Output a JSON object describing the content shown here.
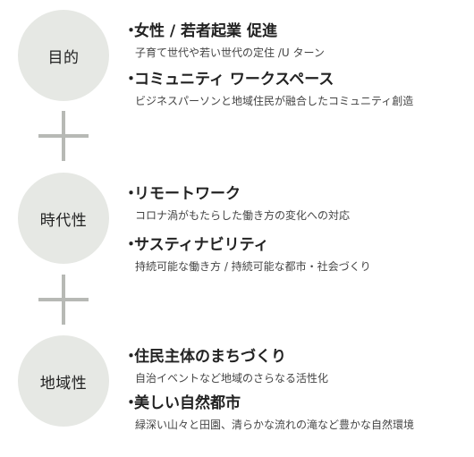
{
  "sections": [
    {
      "label": "目的",
      "items": [
        {
          "title": "女性 / 若者起業 促進",
          "desc": "子育て世代や若い世代の定住 /U ターン"
        },
        {
          "title": "コミュニティ ワークスペース",
          "desc": "ビジネスパーソンと地域住民が融合したコミュニティ創造"
        }
      ]
    },
    {
      "label": "時代性",
      "items": [
        {
          "title": "リモートワーク",
          "desc": "コロナ渦がもたらした働き方の変化への対応"
        },
        {
          "title": "サスティナビリティ",
          "desc": "持続可能な働き方 / 持続可能な都市・社会づくり"
        }
      ]
    },
    {
      "label": "地域性",
      "items": [
        {
          "title": "住民主体のまちづくり",
          "desc": "自治イベントなど地域のさらなる活性化"
        },
        {
          "title": "美しい自然都市",
          "desc": "緑深い山々と田園、清らかな流れの滝など豊かな自然環境"
        }
      ]
    }
  ],
  "bullet": "・",
  "colors": {
    "circle": "#e6e8e4",
    "plus": "#b7b9b5",
    "text": "#222222"
  }
}
